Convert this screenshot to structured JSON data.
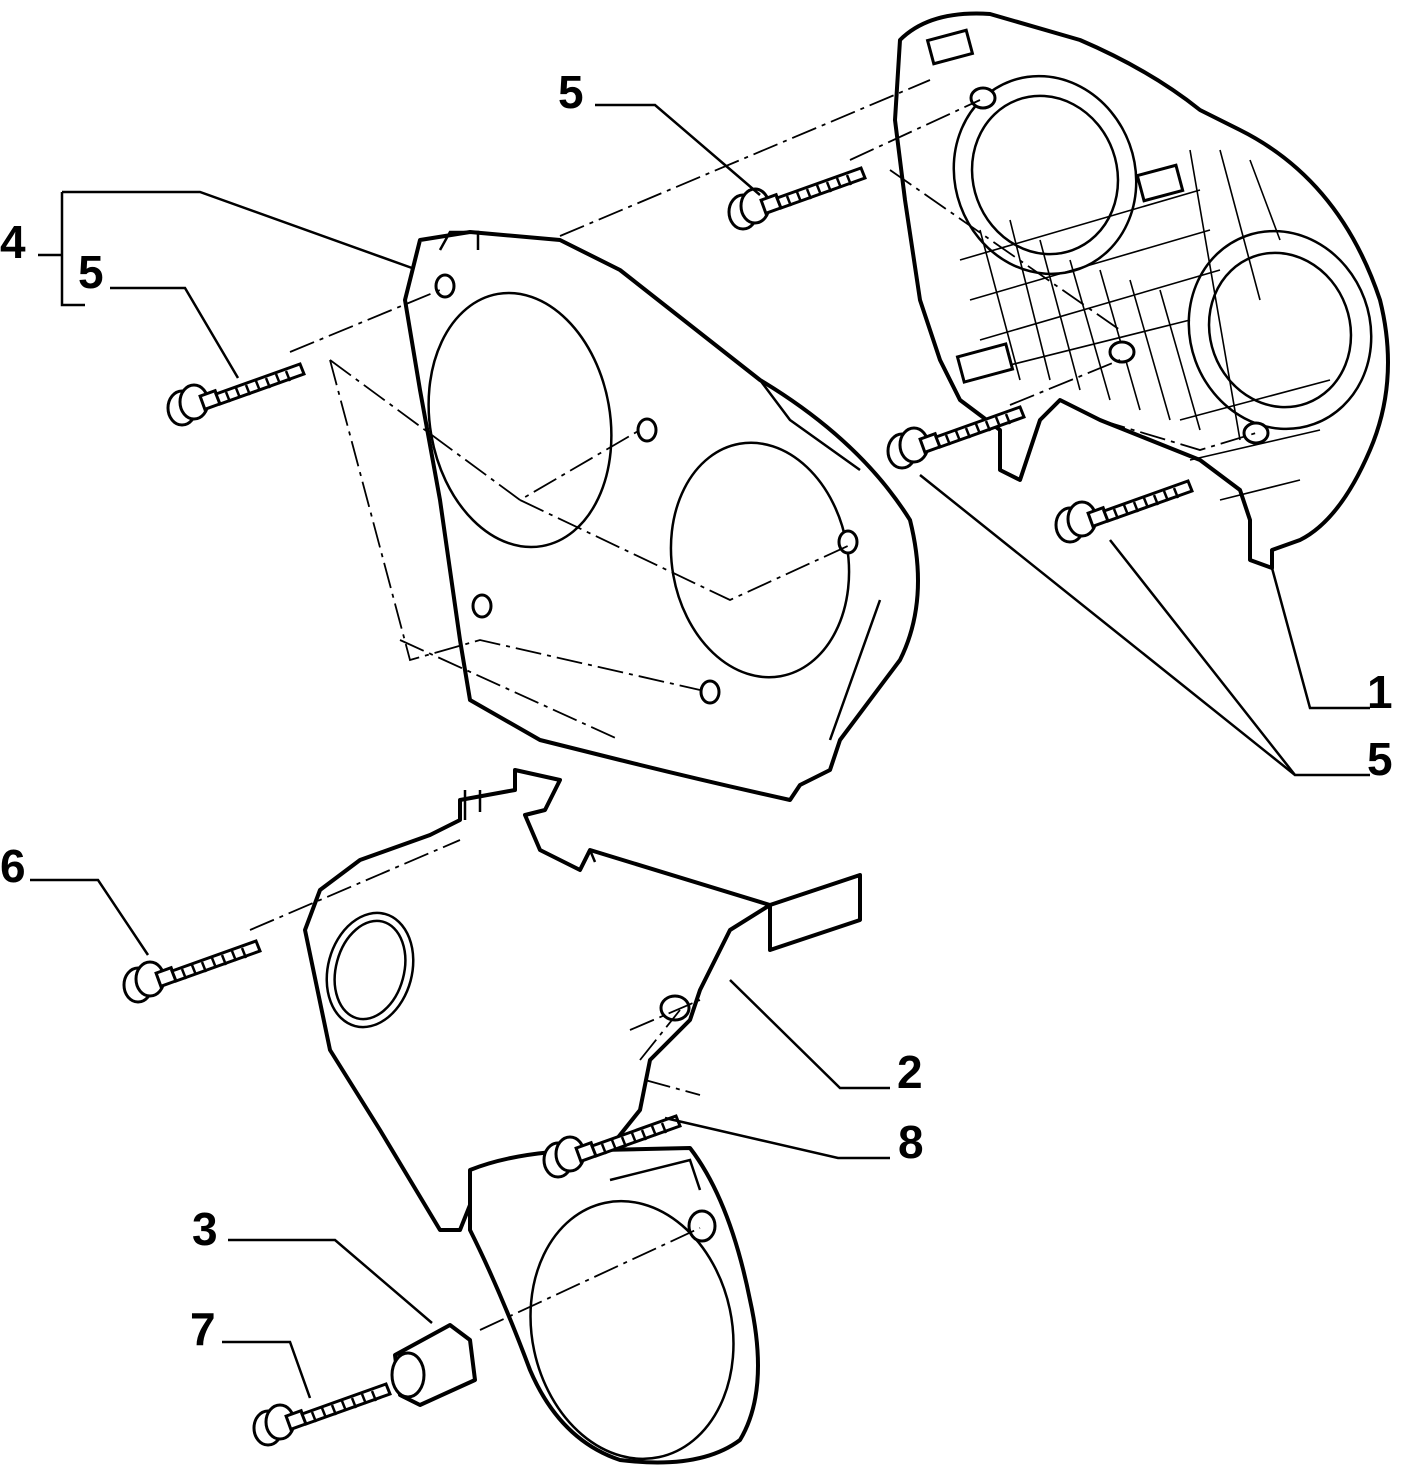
{
  "callouts": [
    {
      "id": "c1",
      "label": "1"
    },
    {
      "id": "c2",
      "label": "2"
    },
    {
      "id": "c3",
      "label": "3"
    },
    {
      "id": "c4",
      "label": "4"
    },
    {
      "id": "c5a",
      "label": "5"
    },
    {
      "id": "c5b",
      "label": "5"
    },
    {
      "id": "c5c",
      "label": "5"
    },
    {
      "id": "c6",
      "label": "6"
    },
    {
      "id": "c7",
      "label": "7"
    },
    {
      "id": "c8",
      "label": "8"
    }
  ]
}
